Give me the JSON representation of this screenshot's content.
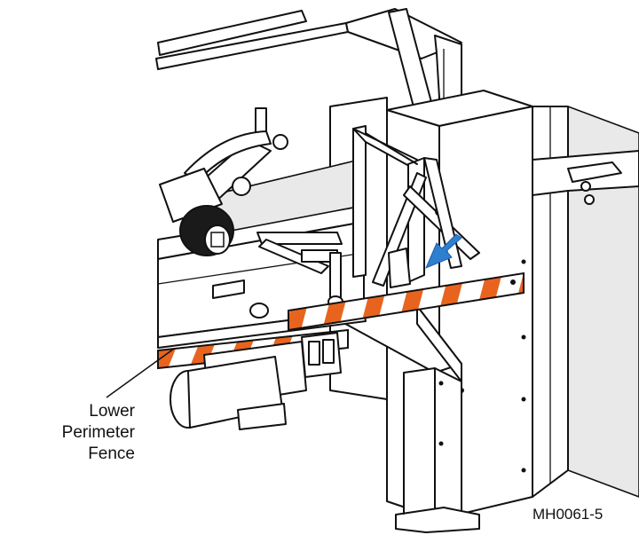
{
  "figure": {
    "callout": {
      "lines": [
        "Lower",
        "Perimeter",
        "Fence"
      ]
    },
    "figure_id": "MH0061-5"
  },
  "colors": {
    "stripe_orange": "#e8641e",
    "arrow_blue": "#2f7fd1",
    "line": "#111111"
  }
}
